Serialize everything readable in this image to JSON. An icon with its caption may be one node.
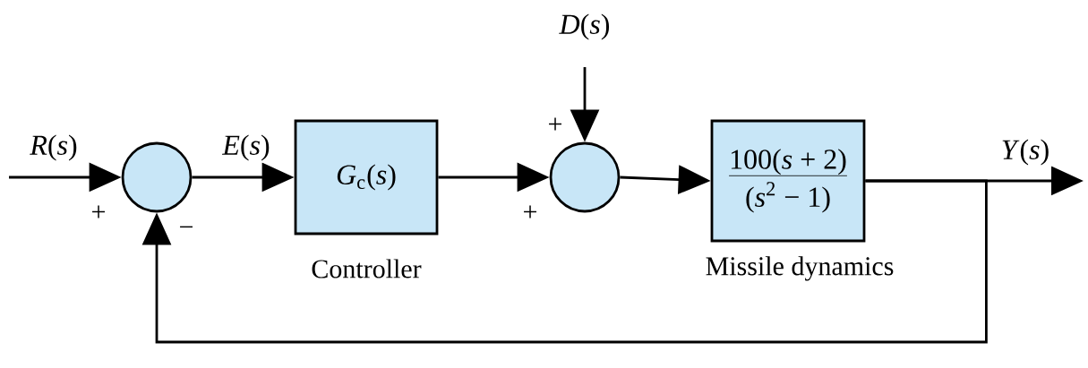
{
  "diagram": {
    "nodes": [
      {
        "text": [],
        "shape": "circle"
      },
      {
        "text": [
          "*G*$_{c}$(*s*)"
        ],
        "beside": [
          "Controller"
        ]
      },
      {
        "text": [],
        "shape": "circle"
      },
      {
        "text": [
          "100(*s* + 2)",
          "(*s*$^{2}$ − 1)"
        ],
        "beside": [
          "Missile dynamics"
        ]
      }
    ],
    "edges": [
      {
        "from": null,
        "to": 0,
        "arrow": "to",
        "label": "*R*(*s*)"
      },
      {
        "from": 0,
        "to": 1,
        "arrow": "to",
        "label": "*E*(*s*)"
      },
      {
        "from": 1,
        "to": 2,
        "arrow": "to"
      },
      {
        "from": null,
        "to": 2,
        "arrow": "to",
        "label": "*D*(*s*)"
      },
      {
        "from": 2,
        "to": 3,
        "arrow": "to"
      },
      {
        "from": 3,
        "to": null,
        "arrow": "to",
        "label": "*Y*(*s*)"
      },
      {
        "from": 3,
        "to": 0,
        "arrow": "to"
      }
    ],
    "labels": [
      "+",
      "+",
      "−",
      "+"
    ]
  }
}
